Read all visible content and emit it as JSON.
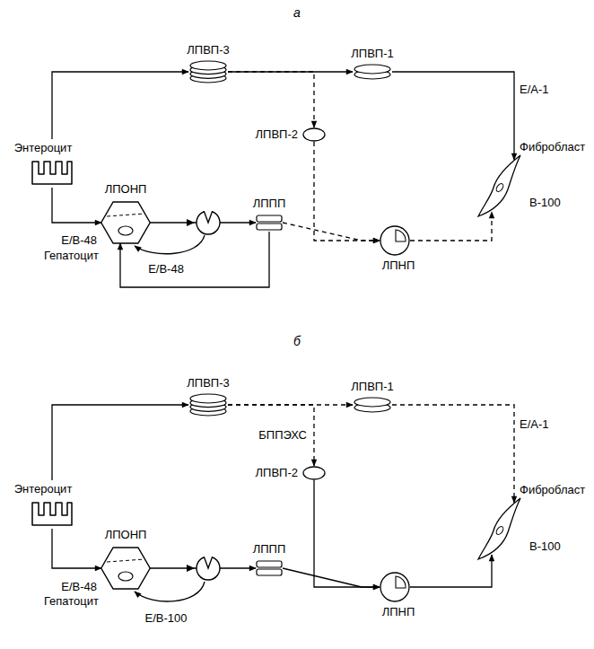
{
  "diagram": {
    "nodes": [
      {
        "text": [
          "ЛПВП-3"
        ]
      },
      {
        "text": [
          "ЛПВП-1"
        ]
      },
      {
        "text": [
          "Энтероцит"
        ]
      },
      {
        "text": [
          "ЛПВП-2"
        ]
      },
      {
        "text": [
          "Фибробласт"
        ]
      },
      {
        "text": [
          "ЛПОНП",
          "Гепатоцит"
        ]
      },
      {
        "text": [
          "ЛППП"
        ]
      },
      {
        "text": [
          "ЛПНП"
        ]
      },
      {
        "text": [
          "ЛПВП-3"
        ]
      },
      {
        "text": [
          "ЛПВП-1"
        ]
      },
      {
        "text": [
          "Энтероцит"
        ]
      },
      {
        "text": [
          "ЛПВП-2"
        ]
      },
      {
        "text": [
          "Фибробласт"
        ]
      },
      {
        "text": [
          "ЛПОНП",
          "Гепатоцит"
        ]
      },
      {
        "text": [
          "ЛППП"
        ]
      },
      {
        "text": [
          "ЛПНП"
        ]
      }
    ],
    "edges": [
      {
        "from": 2,
        "to": 0,
        "arrow": "to"
      },
      {
        "from": 2,
        "to": 5,
        "arrow": "to"
      },
      {
        "from": 0,
        "to": 1,
        "arrow": "to"
      },
      {
        "from": 0,
        "to": 3,
        "arrow": "to"
      },
      {
        "from": 1,
        "to": 4,
        "arrow": "to"
      },
      {
        "from": 5,
        "to": 6,
        "arrow": "to"
      },
      {
        "from": 3,
        "to": 7,
        "arrow": "to"
      },
      {
        "from": 6,
        "to": 7,
        "arrow": "to"
      },
      {
        "from": 7,
        "to": 4,
        "arrow": "to"
      },
      {
        "from": 6,
        "to": 5,
        "arrow": "to"
      },
      {
        "from": 10,
        "to": 8,
        "arrow": "to"
      },
      {
        "from": 10,
        "to": 13,
        "arrow": "to"
      },
      {
        "from": 8,
        "to": 9,
        "arrow": "to"
      },
      {
        "from": 8,
        "to": 11,
        "label": "БППЭХС",
        "arrow": "to"
      },
      {
        "from": 9,
        "to": 12,
        "arrow": "to"
      },
      {
        "from": 13,
        "to": 14,
        "arrow": "to"
      },
      {
        "from": 11,
        "to": 15,
        "arrow": "to"
      },
      {
        "from": 14,
        "to": 15,
        "arrow": "to"
      },
      {
        "from": 15,
        "to": 12,
        "arrow": "to"
      }
    ],
    "labels": [
      "а",
      "E/A-1",
      "B-100",
      "E/B-48",
      "E/B-48",
      "б",
      "E/A-1",
      "B-100",
      "E/B-48",
      "E/B-100"
    ]
  }
}
